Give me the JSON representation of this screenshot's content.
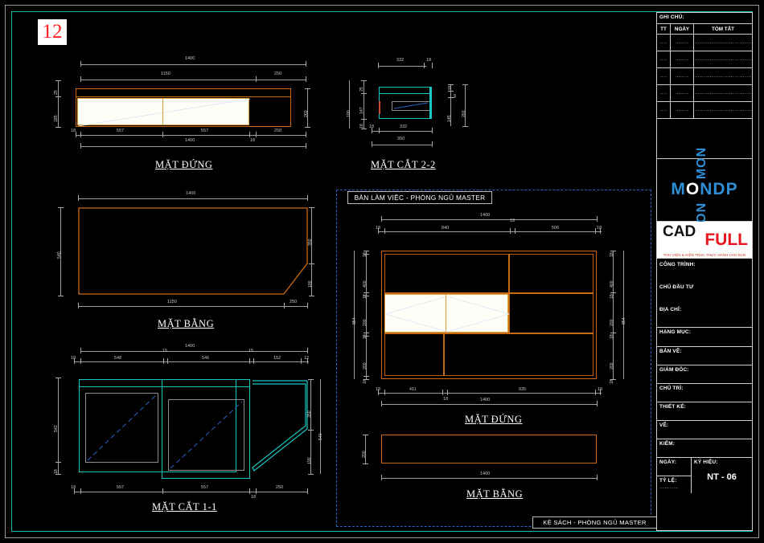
{
  "sheet": {
    "number_marker": "12",
    "drawing_code": "NT - 06"
  },
  "colors": {
    "background": "#000000",
    "frame_outer": "#9a9a9a",
    "frame_inner": "#17b3ae",
    "furniture_orange": "#c96a12",
    "section_cyan": "#19c8c2",
    "dimension_gray": "#a8a8a8",
    "marker_red": "#ff2020",
    "logo_blue": "#2f8fd6",
    "full_red": "#e8171f"
  },
  "views": {
    "elevation_top": {
      "title": "MẶT ĐỨNG",
      "dims_top_overall": "1400",
      "dims_top_chain": [
        "1150",
        "250"
      ],
      "dims_bottom_chain": [
        "18",
        "557",
        "557",
        "18",
        "250"
      ],
      "dims_bottom_overall": "1400",
      "dims_left": [
        "25",
        "185"
      ],
      "dims_right": "260"
    },
    "section_2_2": {
      "title": "MẶT CẮT 2-2",
      "dims_top": [
        "332",
        "18"
      ],
      "dims_bottom_chain": [
        "18",
        "332"
      ],
      "dims_bottom_overall": "350",
      "dims_left": [
        "25",
        "147",
        "18"
      ],
      "dims_left_overall": "190",
      "dims_right_inner": [
        "25",
        "50",
        "145"
      ],
      "dims_right_overall": "260"
    },
    "plan_top": {
      "title": "MẶT BẰNG",
      "dims_top_overall": "1400",
      "dims_bottom_chain": [
        "1150",
        "250"
      ],
      "dims_left": "540",
      "dims_right": [
        "350",
        "190"
      ]
    },
    "section_1_1": {
      "title": "MẶT CẮT 1-1",
      "dims_top_overall": "1400",
      "dims_top_chain": [
        "18",
        "548",
        "15",
        "546",
        "15",
        "152",
        "12"
      ],
      "dims_bottom_chain": [
        "18",
        "557",
        "557",
        "18",
        "250"
      ],
      "dims_left": [
        "542",
        "18"
      ],
      "dims_right": [
        "350",
        "190"
      ],
      "dims_right_overall": "540"
    },
    "bookshelf_elevation": {
      "title": "MẶT ĐỨNG",
      "dims_top_overall": "1400",
      "dims_top_chain": [
        "18",
        "840",
        "18",
        "506",
        "18"
      ],
      "dims_bottom_chain": [
        "18",
        "411",
        "18",
        "935",
        "18"
      ],
      "dims_bottom_overall": "1400",
      "dims_left_chain": [
        "18",
        "400",
        "18",
        "200",
        "18",
        "200",
        "18"
      ],
      "dims_left_overall": "854",
      "dims_right_chain": [
        "18",
        "400",
        "18",
        "200",
        "18",
        "200",
        "18"
      ],
      "dims_right_overall": "854"
    },
    "bookshelf_plan": {
      "title": "MẶT BẰNG",
      "dims_left": "200",
      "dims_bottom_overall": "1400"
    }
  },
  "labels": {
    "desk_label": "BÀN LÀM VIỆC - PHÒNG NGỦ MASTER",
    "bookshelf_label": "KỆ SÁCH - PHÒNG NGỦ MASTER"
  },
  "title_block": {
    "notes_header": "GHI CHÚ:",
    "notes_columns": [
      "TT",
      "NGÀY",
      "TÓM TẮT"
    ],
    "notes_rows": [
      {
        "tt": "....",
        "ngay": "........",
        "tomtat": "................................."
      },
      {
        "tt": "....",
        "ngay": "........",
        "tomtat": "................................."
      },
      {
        "tt": "....",
        "ngay": "........",
        "tomtat": "................................."
      },
      {
        "tt": "....",
        "ngay": "........",
        "tomtat": "................................."
      },
      {
        "tt": "....",
        "ngay": "........",
        "tomtat": "................................."
      }
    ],
    "logo": {
      "text_horizontal": "MONDP",
      "text_vertical_top": "MON",
      "text_vertical_bottom": "MON"
    },
    "brand": {
      "cad": "CAD",
      "full": "FULL",
      "tagline": "THƯ VIỆN & KIẾN TRÚC THỰC HÀNH CHO BẠN"
    },
    "fields": [
      {
        "caption": "CÔNG TRÌNH:",
        "value": ""
      },
      {
        "caption": "CHỦ ĐẦU TƯ",
        "value": ""
      },
      {
        "caption": "ĐỊA CHỈ:",
        "value": ""
      },
      {
        "caption": "HẠNG MỤC:",
        "value": ""
      },
      {
        "caption": "BẢN VẼ:",
        "value": ""
      },
      {
        "caption": "GIÁM ĐỐC:",
        "value": ""
      },
      {
        "caption": "CHỦ TRÌ:",
        "value": ""
      },
      {
        "caption": "THIẾT KẾ:",
        "value": ""
      },
      {
        "caption": "VẼ:",
        "value": ""
      },
      {
        "caption": "KIỂM:",
        "value": ""
      }
    ],
    "date_caption": "NGÀY:",
    "scale_caption": "TỶ LỆ:",
    "scale_value": "...........",
    "code_caption": "KÝ HIỆU:",
    "code_value": "NT - 06"
  }
}
